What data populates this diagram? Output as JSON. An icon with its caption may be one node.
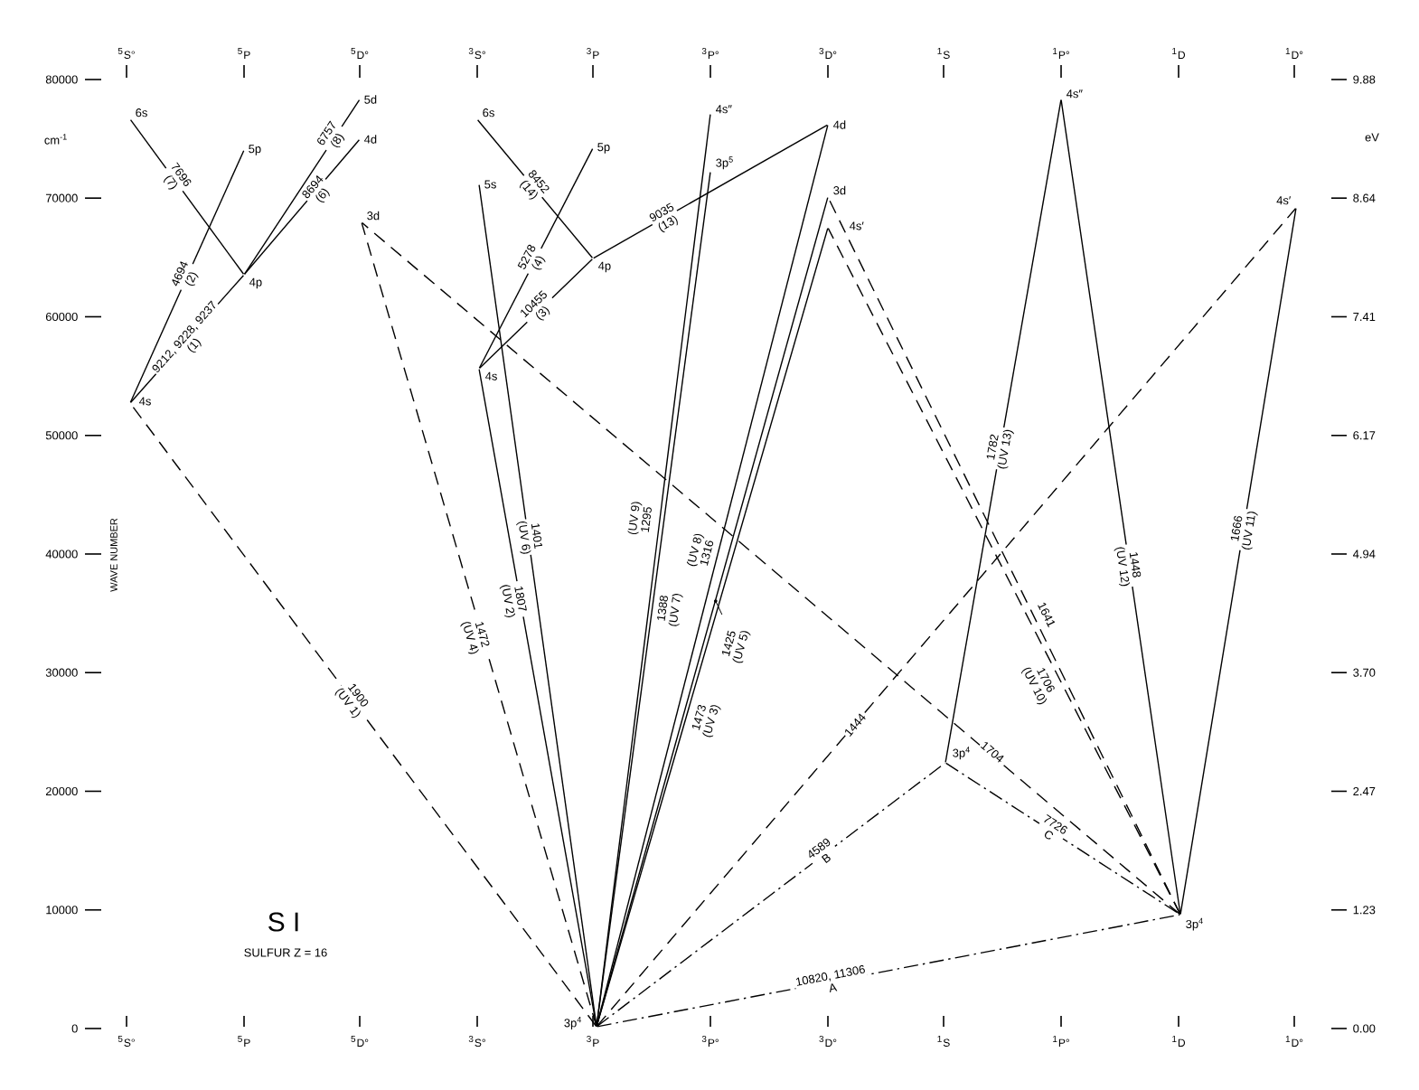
{
  "diagram": {
    "title": "S I",
    "nodes": [
      {
        "text": [
          "6s"
        ]
      },
      {
        "text": [
          "4s"
        ]
      },
      {
        "text": [
          "5p"
        ]
      },
      {
        "text": [
          "4p"
        ]
      },
      {
        "text": [
          "5d"
        ]
      },
      {
        "text": [
          "4d"
        ]
      },
      {
        "text": [
          "3d"
        ]
      },
      {
        "text": [
          "6s"
        ]
      },
      {
        "text": [
          "5s"
        ]
      },
      {
        "text": [
          "4s"
        ]
      },
      {
        "text": [
          "5p"
        ]
      },
      {
        "text": [
          "4p"
        ]
      },
      {
        "text": [
          "3p$^{4}$"
        ]
      },
      {
        "text": [
          "4s″"
        ]
      },
      {
        "text": [
          "3p$^{5}$"
        ]
      },
      {
        "text": [
          "4d"
        ]
      },
      {
        "text": [
          "3d"
        ]
      },
      {
        "text": [
          "4s′"
        ]
      },
      {
        "text": [
          "3p$^{4}$"
        ]
      },
      {
        "text": [
          "4s″"
        ]
      },
      {
        "text": [
          "3p$^{4}$"
        ]
      },
      {
        "text": [
          "4s′"
        ]
      }
    ],
    "edges": [
      {
        "from": 1,
        "to": 3,
        "arrow": "none",
        "label": "9212, 9228, 9237 (1)"
      },
      {
        "from": 1,
        "to": 2,
        "arrow": "none",
        "label": "4694 (2)"
      },
      {
        "from": 0,
        "to": 3,
        "arrow": "none",
        "label": "7696 (7)"
      },
      {
        "from": 3,
        "to": 4,
        "arrow": "none",
        "label": "6757 (8)"
      },
      {
        "from": 3,
        "to": 5,
        "arrow": "none",
        "label": "8694 (6)"
      },
      {
        "from": 12,
        "to": 1,
        "arrow": "none",
        "style": "dashed",
        "label": "1900 (UV 1)"
      },
      {
        "from": 12,
        "to": 6,
        "arrow": "none",
        "style": "dashed",
        "label": "1472 (UV 4)"
      },
      {
        "from": 20,
        "to": 6,
        "arrow": "none",
        "style": "dashed",
        "label": "1704"
      },
      {
        "from": 9,
        "to": 11,
        "arrow": "none",
        "label": "10455 (3)"
      },
      {
        "from": 9,
        "to": 10,
        "arrow": "none",
        "label": "5278 (4)"
      },
      {
        "from": 7,
        "to": 11,
        "arrow": "none",
        "label": "8452 (14)"
      },
      {
        "from": 11,
        "to": 15,
        "arrow": "none",
        "label": "9035 (13)"
      },
      {
        "from": 12,
        "to": 9,
        "arrow": "none",
        "label": "1807 (UV 2)"
      },
      {
        "from": 12,
        "to": 8,
        "arrow": "none",
        "label": "1401 (UV 6)"
      },
      {
        "from": 12,
        "to": 13,
        "arrow": "none",
        "label": "(UV 9) 1295"
      },
      {
        "from": 12,
        "to": 14,
        "arrow": "none",
        "label": "1388 (UV 7)"
      },
      {
        "from": 12,
        "to": 15,
        "arrow": "none",
        "label": "(UV 8) 1316"
      },
      {
        "from": 12,
        "to": 16,
        "arrow": "none",
        "label": "1425 (UV 5)"
      },
      {
        "from": 12,
        "to": 17,
        "arrow": "none",
        "label": "1473 (UV 3)"
      },
      {
        "from": 20,
        "to": 16,
        "arrow": "none",
        "style": "dashed",
        "label": "1641"
      },
      {
        "from": 20,
        "to": 17,
        "arrow": "none",
        "style": "dashed",
        "label": "1706 (UV 10)"
      },
      {
        "from": 18,
        "to": 19,
        "arrow": "none",
        "label": "1782 (UV 13)"
      },
      {
        "from": 20,
        "to": 19,
        "arrow": "none",
        "label": "1448 (UV 12)"
      },
      {
        "from": 20,
        "to": 21,
        "arrow": "none",
        "label": "1666 (UV 11)"
      },
      {
        "from": 12,
        "to": 21,
        "arrow": "none",
        "style": "dashed",
        "label": "1444"
      },
      {
        "from": 12,
        "to": 18,
        "arrow": "none",
        "style": "dashed",
        "label": "4589 B"
      },
      {
        "from": 12,
        "to": 20,
        "arrow": "none",
        "style": "dashed",
        "label": "10820, 11306 A"
      },
      {
        "from": 18,
        "to": 20,
        "arrow": "none",
        "style": "dashed",
        "label": "7726 C"
      }
    ],
    "labels": [
      "$^{5}$S°",
      "$^{5}$P",
      "$^{5}$D°",
      "$^{3}$S°",
      "$^{3}$P",
      "$^{3}$P°",
      "$^{3}$D°",
      "$^{1}$S",
      "$^{1}$P°",
      "$^{1}$D",
      "$^{1}$D°",
      "80000",
      "70000",
      "60000",
      "50000",
      "40000",
      "30000",
      "20000",
      "10000",
      "0",
      "cm$^{-1}$",
      "WAVE NUMBER",
      "9.88",
      "8.64",
      "7.41",
      "6.17",
      "4.94",
      "3.70",
      "2.47",
      "1.23",
      "0.00",
      "eV",
      "SULFUR Z = 16",
      "$^{5}$S°",
      "$^{5}$P",
      "$^{5}$D°",
      "$^{3}$S°",
      "$^{3}$P",
      "$^{3}$P°",
      "$^{3}$D°",
      "$^{1}$S",
      "$^{1}$P°",
      "$^{1}$D",
      "$^{1}$D°"
    ]
  }
}
